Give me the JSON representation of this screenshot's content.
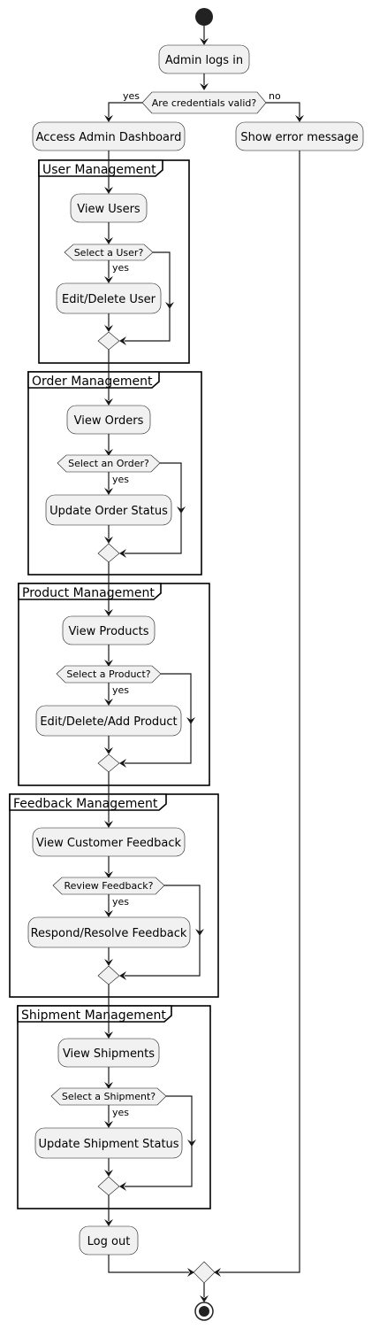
{
  "actions": {
    "admin_logs_in": "Admin logs in",
    "access_dashboard": "Access Admin Dashboard",
    "show_error": "Show error message",
    "view_users": "View Users",
    "edit_delete_user": "Edit/Delete User",
    "view_orders": "View Orders",
    "update_order_status": "Update Order Status",
    "view_products": "View Products",
    "edit_delete_add_product": "Edit/Delete/Add Product",
    "view_feedback": "View Customer Feedback",
    "respond_feedback": "Respond/Resolve Feedback",
    "view_shipments": "View Shipments",
    "update_shipment_status": "Update Shipment Status",
    "log_out": "Log out"
  },
  "decisions": {
    "credentials_valid": "Are credentials valid?",
    "select_user": "Select a User?",
    "select_order": "Select an Order?",
    "select_product": "Select a Product?",
    "review_feedback": "Review Feedback?",
    "select_shipment": "Select a Shipment?"
  },
  "branch_labels": {
    "yes": "yes",
    "no": "no"
  },
  "partitions": {
    "user_management": "User Management",
    "order_management": "Order Management",
    "product_management": "Product Management",
    "feedback_management": "Feedback Management",
    "shipment_management": "Shipment Management"
  },
  "colors": {
    "node_fill": "#f1f1f1",
    "line": "#181818",
    "start_end": "#222222"
  }
}
